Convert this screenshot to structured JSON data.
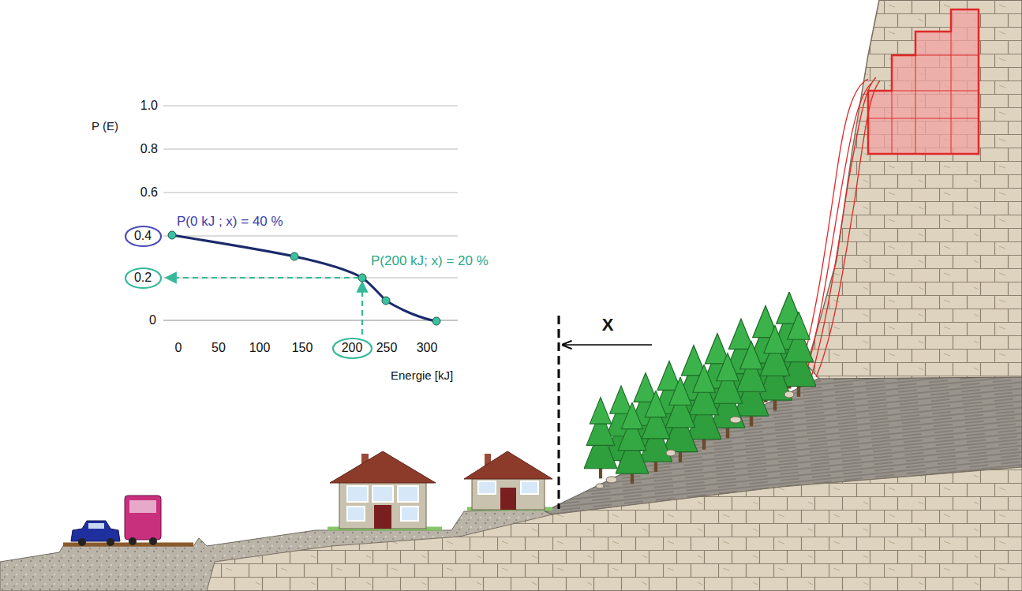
{
  "diagram": {
    "nodes": [
      {
        "text": [
          "0.4"
        ]
      },
      {
        "text": [
          "0.2"
        ]
      },
      {
        "text": [
          "200"
        ]
      }
    ],
    "labels": [
      "P (E)",
      "1.0",
      "0.8",
      "0.6",
      "0",
      "0",
      "50",
      "100",
      "150",
      "250",
      "300",
      "Energie [kJ]",
      "P(0 kJ ; x) = 40 %",
      "P(200 kJ; x) = 20 %",
      "X"
    ]
  }
}
